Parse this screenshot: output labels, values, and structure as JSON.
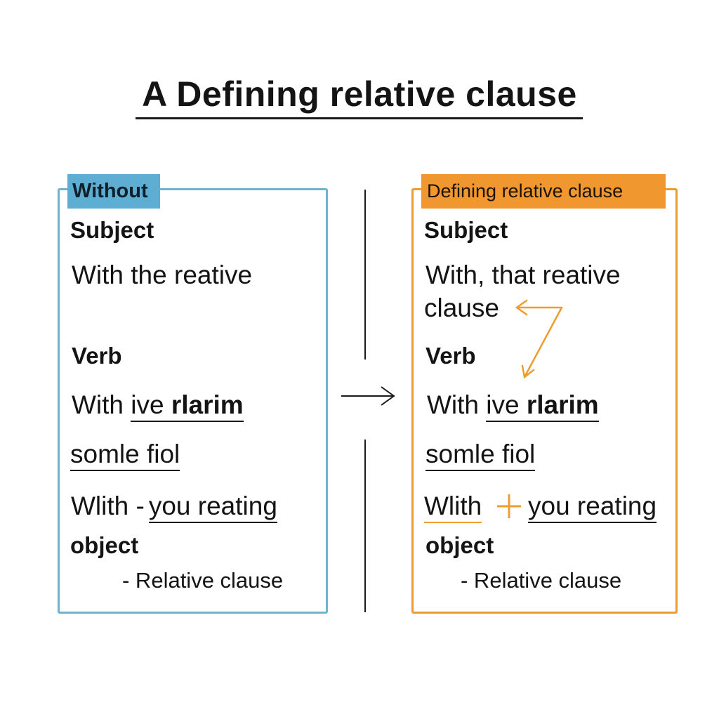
{
  "title": "A Defining relative clause",
  "left_panel": {
    "tag": "Without",
    "subject_heading": "Subject",
    "subject_text": "With the reative",
    "verb_heading": "Verb",
    "verb_line_prefix": "With ",
    "verb_line_underlined": "ive ",
    "verb_line_bold": "rlarim",
    "line_somle": "somle fiol",
    "with_line_prefix": "Wlith -",
    "with_line_underlined": "you reating",
    "object_heading": "object",
    "relative_clause_note": "- Relative clause"
  },
  "right_panel": {
    "tag": "Defining relative clause",
    "subject_heading": "Subject",
    "subject_text_line1": "With,  that reative",
    "subject_text_line2": "clause",
    "verb_heading": "Verb",
    "verb_line_prefix": "With ",
    "verb_line_underlined": "ive ",
    "verb_line_bold": "rlarim",
    "line_somle": "somle fiol",
    "with_line_prefix": "Wlith",
    "plus_symbol": "+",
    "with_line_underlined": "you reating",
    "object_heading": "object",
    "relative_clause_note": "- Relative clause"
  },
  "colors": {
    "left_accent": "#6fb3d3",
    "left_tag": "#5eadd3",
    "right_accent": "#ef9b30",
    "right_tag": "#f0972f",
    "text": "#141414"
  }
}
